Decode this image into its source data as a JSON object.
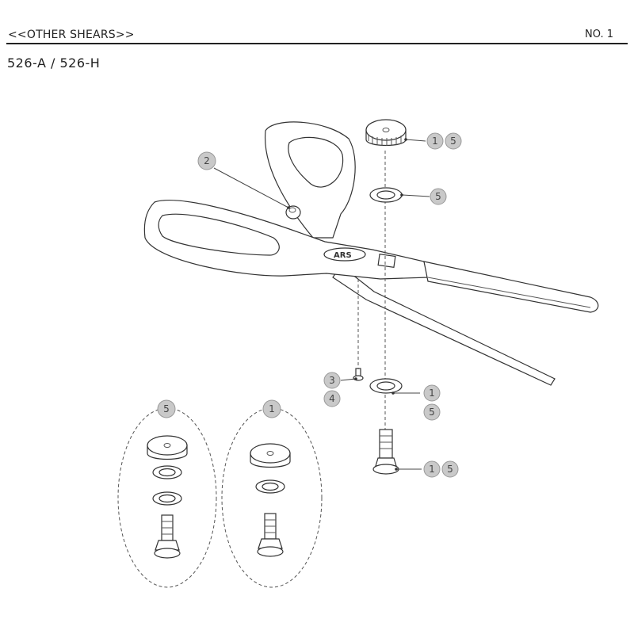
{
  "header": {
    "section_title": "<<OTHER SHEARS>>",
    "page_number": "NO. 1"
  },
  "model": "526-A / 526-H",
  "brand_mark": "ARS",
  "callouts": {
    "nut_top": [
      "1",
      "5"
    ],
    "washer_top": "5",
    "screw_ball": "2",
    "small_screw": [
      "3",
      "4"
    ],
    "washer_bottom": [
      "1",
      "5"
    ],
    "bolt": [
      "1",
      "5"
    ],
    "set_5": "5",
    "set_1": "1"
  }
}
